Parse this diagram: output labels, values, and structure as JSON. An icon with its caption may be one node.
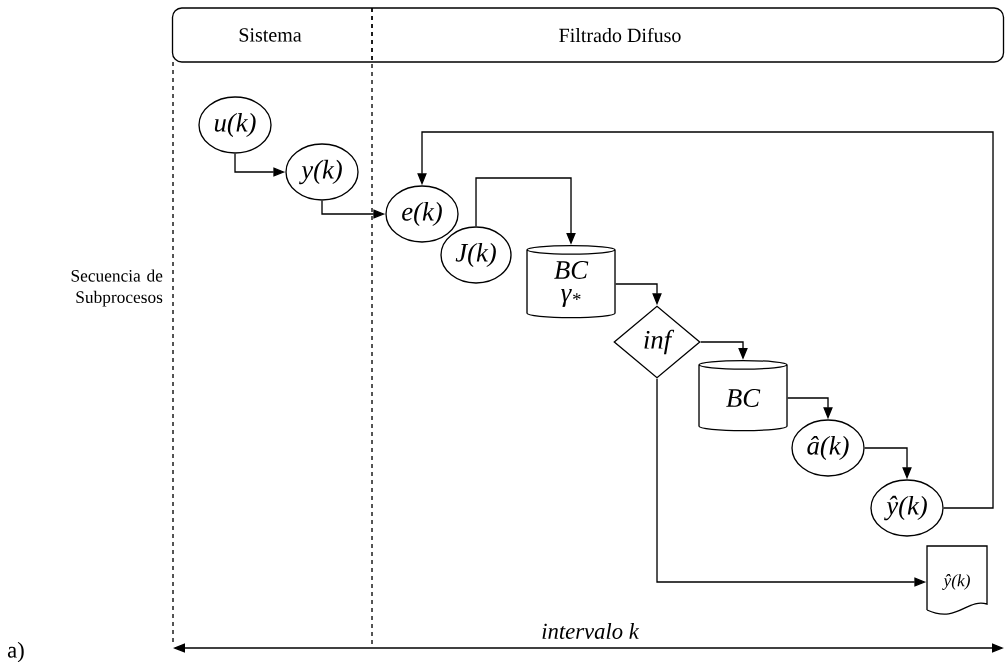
{
  "diagram": {
    "nodes": [
      {
        "text": [
          "Sistema",
          "Filtrado Difuso"
        ]
      },
      {
        "text": [
          "u(k)"
        ]
      },
      {
        "text": [
          "y(k)"
        ]
      },
      {
        "text": [
          "e(k)"
        ]
      },
      {
        "text": [
          "J(k)"
        ]
      },
      {
        "text": [
          "BC",
          "γ$_{*}$"
        ]
      },
      {
        "text": [
          "inf"
        ]
      },
      {
        "text": [
          "BC"
        ]
      },
      {
        "text": [
          "â(k)"
        ]
      },
      {
        "text": [
          "ŷ(k)"
        ]
      },
      {
        "text": [
          "ŷ(k)"
        ]
      }
    ],
    "edges": [
      {
        "from": 1,
        "to": 2,
        "arrow": "to"
      },
      {
        "from": 2,
        "to": 3,
        "arrow": "to"
      },
      {
        "from": 9,
        "to": 3,
        "arrow": "to"
      },
      {
        "from": 4,
        "to": 5,
        "arrow": "to"
      },
      {
        "from": 5,
        "to": 6,
        "arrow": "to"
      },
      {
        "from": 6,
        "to": 7,
        "arrow": "to"
      },
      {
        "from": 7,
        "to": 8,
        "arrow": "to"
      },
      {
        "from": 8,
        "to": 9,
        "arrow": "to"
      },
      {
        "from": 6,
        "to": 10,
        "arrow": "to"
      }
    ],
    "labels": [
      "Secuencia de Subprocesos",
      "intervalo k",
      "a)"
    ]
  }
}
